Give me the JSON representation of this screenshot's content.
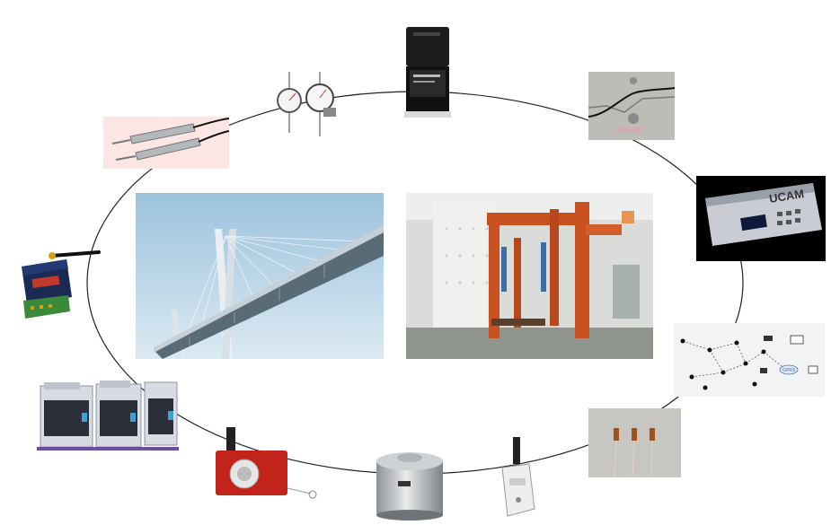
{
  "diagram": {
    "bridge_photo": "cable-stayed-bridge",
    "lab_photo": "structural-test-frame",
    "devices": [
      {
        "id": "dial-gauges",
        "icon": "dial-gauge-icon"
      },
      {
        "id": "displacement-sensor",
        "icon": "displacement-transducer-icon"
      },
      {
        "id": "crack-sensor",
        "icon": "crack-gauge-icon"
      },
      {
        "id": "data-logger",
        "icon": "data-logger-icon",
        "text": "UCAM"
      },
      {
        "id": "wireless-network",
        "icon": "network-icon",
        "text": "GPRS"
      },
      {
        "id": "strain-gauges",
        "icon": "strain-gauge-icon"
      },
      {
        "id": "accelerometer",
        "icon": "accelerometer-icon"
      },
      {
        "id": "load-cell",
        "icon": "load-cell-icon"
      },
      {
        "id": "draw-wire-sensor",
        "icon": "draw-wire-encoder-icon"
      },
      {
        "id": "acquisition-modules",
        "icon": "acquisition-module-icon"
      },
      {
        "id": "wireless-node",
        "icon": "wireless-node-icon"
      },
      {
        "id": "lvdt-probes",
        "icon": "lvdt-probe-icon"
      }
    ],
    "colors": {
      "ring": "#222222",
      "sky": "#a9cbe2",
      "steel_frame": "#c9501f",
      "logger_bg": "#000000",
      "node_red": "#c0392b"
    }
  }
}
